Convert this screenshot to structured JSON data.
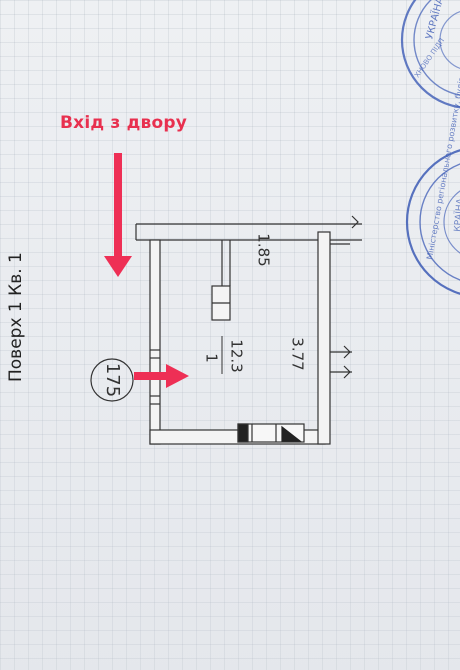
{
  "annotation": {
    "entry_label": "Вхід з двору",
    "accent_color": "#e8304f"
  },
  "plan": {
    "apartment_number": "175",
    "room_number": "1",
    "room_area": "12.3",
    "dimension_width": "1.85",
    "dimension_length": "3.77",
    "floor_label": "Поверх 1 Кв. 1"
  },
  "stamps": {
    "country": "УКРАЇНА",
    "ministry_text": "Міністерство регіонального розвитку, будівництва та житлово-комунального господарства України"
  }
}
